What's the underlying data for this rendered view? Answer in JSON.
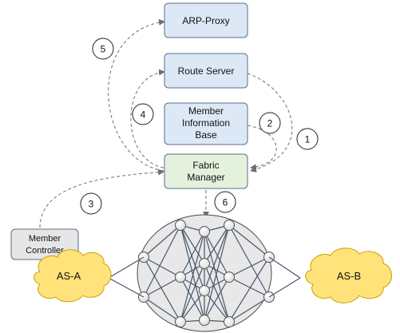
{
  "nodes": {
    "arp_proxy": {
      "label": "ARP-Proxy"
    },
    "route_server": {
      "label": "Route Server"
    },
    "member_info_base": {
      "line1": "Member",
      "line2": "Information",
      "line3": "Base"
    },
    "fabric_manager": {
      "line1": "Fabric",
      "line2": "Manager"
    },
    "member_controller": {
      "line1": "Member",
      "line2": "Controller"
    }
  },
  "clouds": {
    "as_a": {
      "label": "AS-A"
    },
    "as_b": {
      "label": "AS-B"
    }
  },
  "steps": [
    "1",
    "2",
    "3",
    "4",
    "5",
    "6"
  ],
  "colors": {
    "blue_fill": "#dce8f6",
    "blue_stroke": "#5b6f8a",
    "green_fill": "#e4f1dc",
    "green_stroke": "#5b6f8a",
    "gray_fill": "#e6e6e6",
    "cloud_fill": "#ffe27a",
    "cloud_stroke": "#c9a100",
    "fabric_fill": "#e8e8e8",
    "edge": "#46566b",
    "dash": "#707070"
  }
}
